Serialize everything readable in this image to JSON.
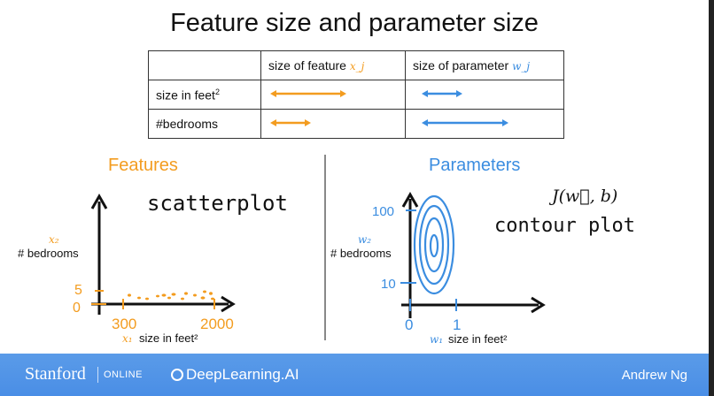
{
  "slide": {
    "title": "Feature size and parameter size",
    "table": {
      "headers": [
        "",
        "size of feature",
        "x_j",
        "size of parameter",
        "w_j"
      ],
      "rows": [
        {
          "label": "size in feet",
          "sup": "2",
          "feature_arrow": "long",
          "param_arrow": "short"
        },
        {
          "label": "#bedrooms",
          "feature_arrow": "short",
          "param_arrow": "long"
        }
      ]
    },
    "features": {
      "heading": "Features",
      "annotation": "scatterplot",
      "y_var": "x₂",
      "y_label": "# bedrooms",
      "x_var": "x₁",
      "x_label": "size in feet²",
      "y_ticks": [
        "5",
        "0"
      ],
      "x_ticks": [
        "300",
        "2000"
      ]
    },
    "parameters": {
      "heading": "Parameters",
      "cost": "J(w⃗, b)",
      "annotation": "contour plot",
      "y_var": "w₂",
      "y_label": "# bedrooms",
      "x_var": "w₁",
      "x_label": "size in feet²",
      "y_ticks": [
        "100",
        "10"
      ],
      "x_ticks": [
        "0",
        "1"
      ]
    },
    "colors": {
      "feature": "#f39c1f",
      "parameter": "#3b8de0"
    }
  },
  "footer": {
    "stanford": "Stanford",
    "online": "ONLINE",
    "deeplearning": "DeepLearning.AI",
    "author": "Andrew Ng"
  }
}
